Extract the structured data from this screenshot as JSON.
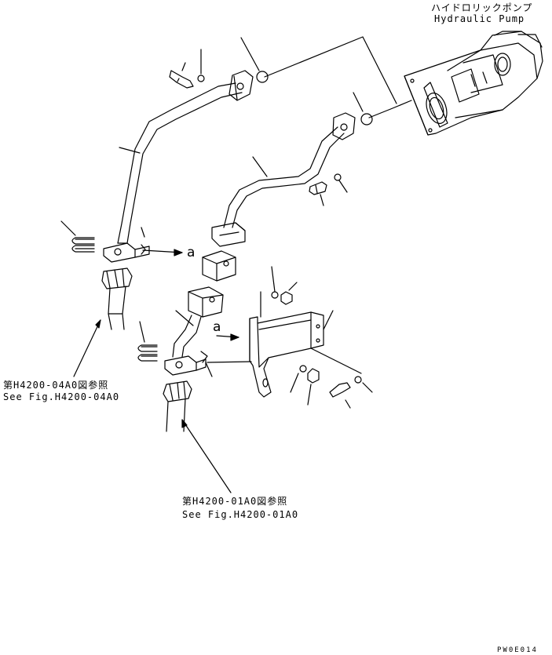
{
  "labels": {
    "pump_jp": "ハイドロリックポンプ",
    "pump_en": "Hydraulic Pump",
    "ref1_jp": "第H4200-04A0図参照",
    "ref1_en": "See Fig.H4200-04A0",
    "ref2_jp": "第H4200-01A0図参照",
    "ref2_en": "See Fig.H4200-01A0",
    "arrow_a1": "a",
    "arrow_a2": "a",
    "drawing_code": "PW0E014"
  }
}
